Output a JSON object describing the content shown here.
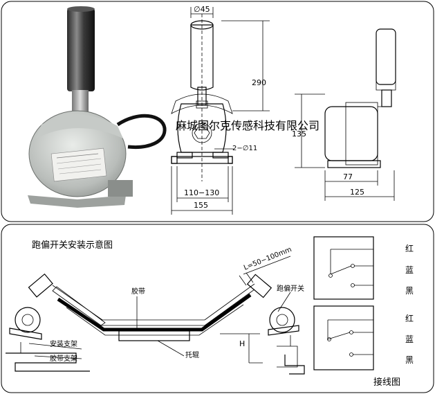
{
  "top": {
    "company_label": "麻城图尔克传感科技有限公司",
    "dimensions": {
      "diameter_top": "∅45",
      "height_290": "290",
      "height_135": "135",
      "holes": "2−∅11",
      "width_110_130": "110−130",
      "width_155": "155",
      "width_77": "77",
      "width_125": "125"
    }
  },
  "bottom": {
    "title": "跑偏开关安装示意图",
    "labels": {
      "belt": "胶带",
      "switch": "跑偏开关",
      "gap": "L=50−100mm",
      "mount_bracket": "安装支架",
      "belt_bracket": "胶带支架",
      "idler": "托辊",
      "height": "H"
    },
    "wiring": {
      "title": "接线图",
      "top_colors": [
        "红",
        "蓝",
        "黑"
      ],
      "bottom_colors": [
        "红",
        "蓝",
        "黑"
      ]
    }
  }
}
